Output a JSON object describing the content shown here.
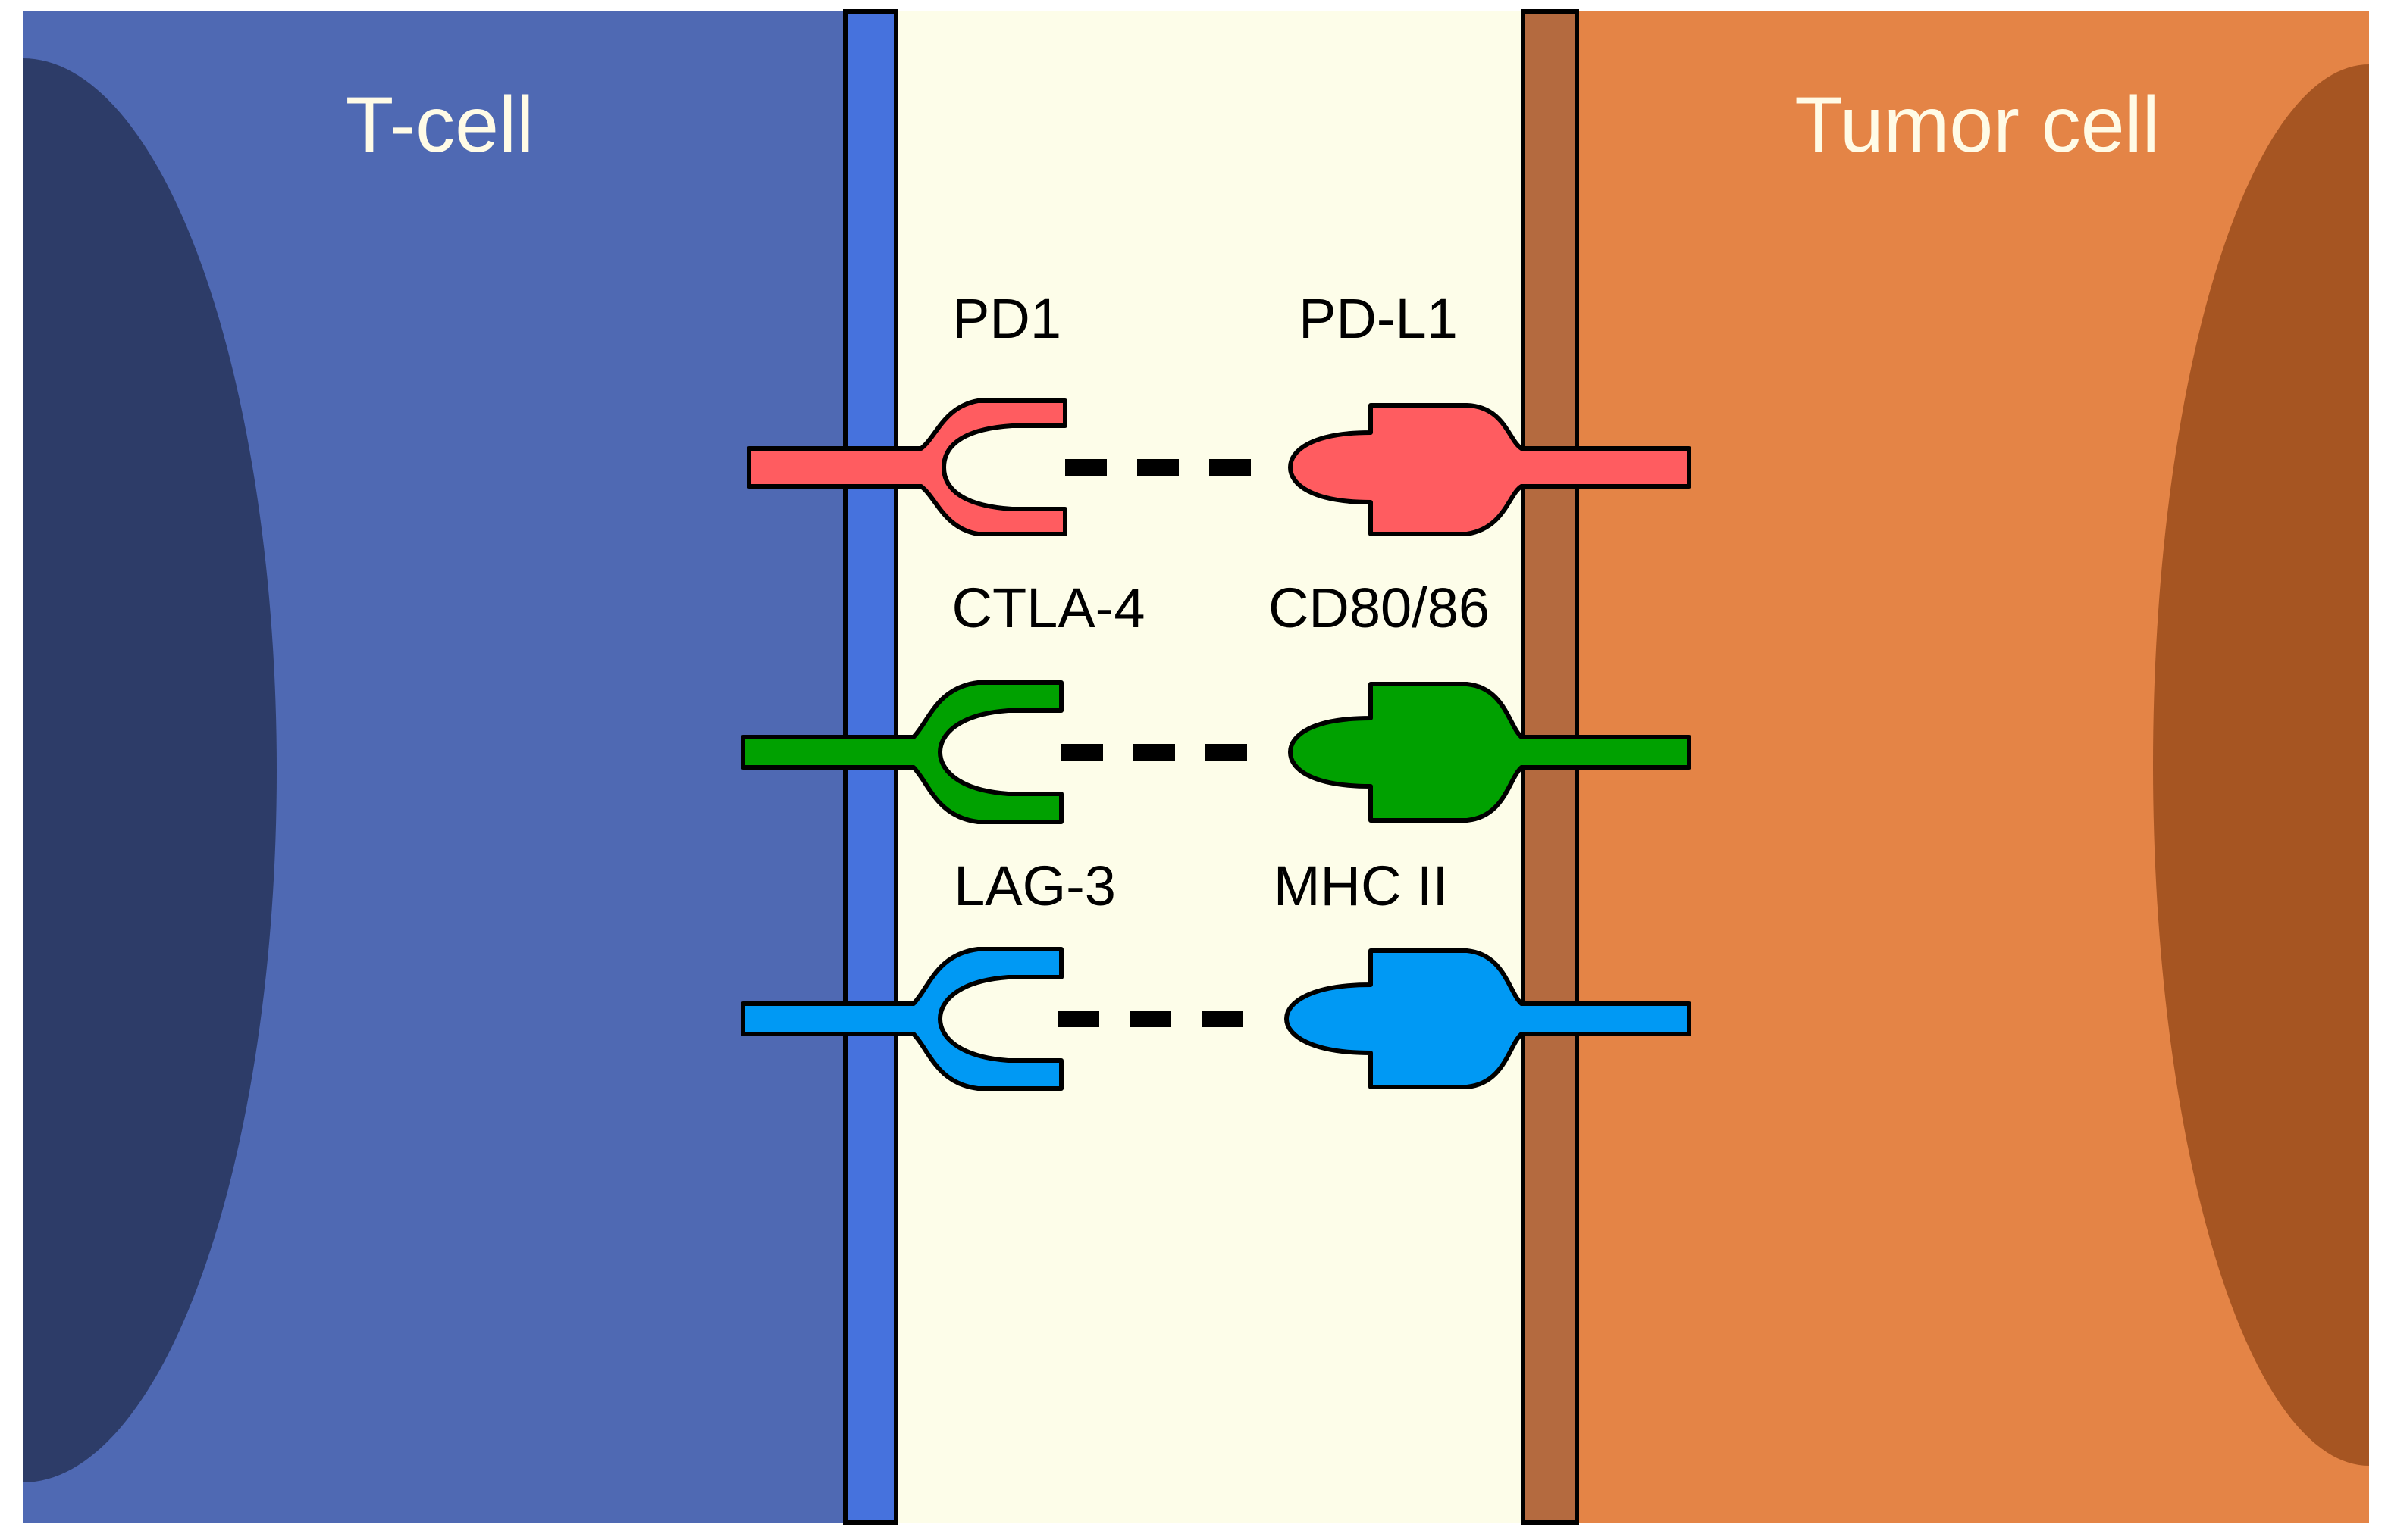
{
  "colors": {
    "tcell": "#4f69b3",
    "tcell_nucleus": "#2d3c68",
    "tcell_membrane": "#4672dd",
    "synapse": "#fdfde9",
    "tumor": "#e48446",
    "tumor_nucleus": "#a65522",
    "tumor_membrane": "#b46a3f",
    "outline": "#000000",
    "title_text": "#fffbe6"
  },
  "diagram": {
    "tcell_label": "T-cell",
    "tumor_label": "Tumor cell",
    "pairs": [
      {
        "receptor": "PD1",
        "ligand": "PD-L1",
        "color": "#ff5c60"
      },
      {
        "receptor": "CTLA-4",
        "ligand": "CD80/86",
        "color": "#00a100"
      },
      {
        "receptor": "LAG-3",
        "ligand": "MHC II",
        "color": "#0099f4"
      }
    ]
  }
}
